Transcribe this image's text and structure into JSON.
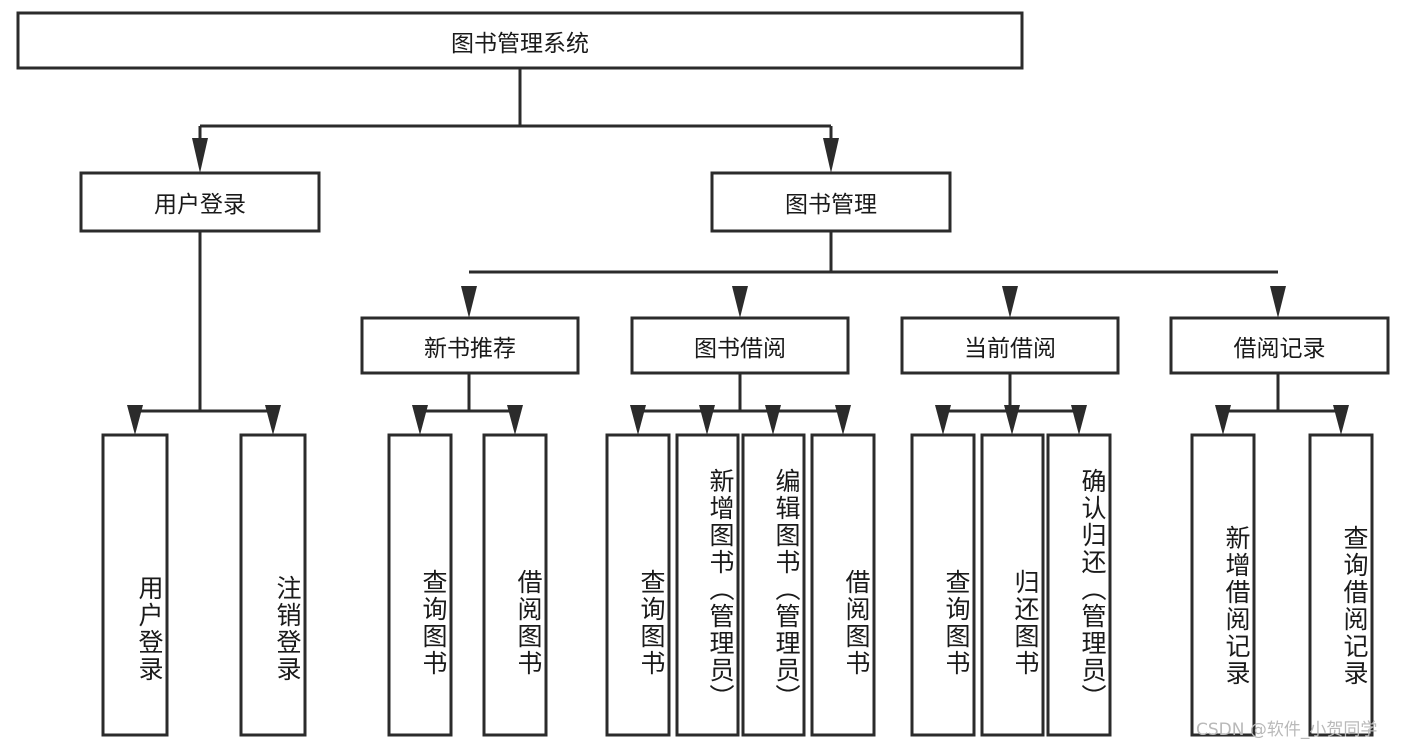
{
  "diagram": {
    "title": "图书管理系统",
    "type": "tree-hierarchy",
    "background_color": "#ffffff",
    "box_stroke_color": "#2b2b2b",
    "box_fill_color": "#ffffff",
    "text_color": "#1a1a1a"
  },
  "root": {
    "label": "图书管理系统"
  },
  "level2": {
    "user_login": {
      "label": "用户登录"
    },
    "book_manage": {
      "label": "图书管理"
    }
  },
  "level3": {
    "new_book_recommend": {
      "label": "新书推荐"
    },
    "book_borrow": {
      "label": "图书借阅"
    },
    "current_borrow": {
      "label": "当前借阅"
    },
    "borrow_record": {
      "label": "借阅记录"
    }
  },
  "leaves": {
    "user_login": [
      {
        "label": "用户登录"
      },
      {
        "label": "注销登录"
      }
    ],
    "new_book_recommend": [
      {
        "label": "查询图书"
      },
      {
        "label": "借阅图书"
      }
    ],
    "book_borrow": [
      {
        "label": "查询图书"
      },
      {
        "label": "新增图书（管理员）"
      },
      {
        "label": "编辑图书（管理员）"
      },
      {
        "label": "借阅图书"
      }
    ],
    "current_borrow": [
      {
        "label": "查询图书"
      },
      {
        "label": "归还图书"
      },
      {
        "label": "确认归还（管理员）"
      }
    ],
    "borrow_record": [
      {
        "label": "新增借阅记录"
      },
      {
        "label": "查询借阅记录"
      }
    ]
  },
  "watermark": {
    "text": "CSDN @软件_小贺同学",
    "color": "#b9b9b9"
  }
}
